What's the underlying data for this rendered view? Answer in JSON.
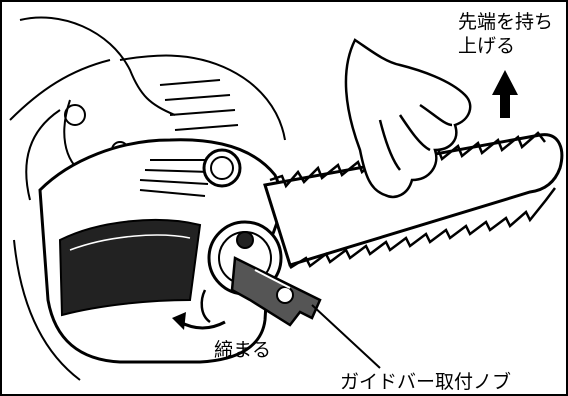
{
  "labels": {
    "lift_tip_line1": "先端を持ち",
    "lift_tip_line2": "上げる",
    "tighten": "締まる",
    "knob": "ガイドバー取付ノブ"
  }
}
